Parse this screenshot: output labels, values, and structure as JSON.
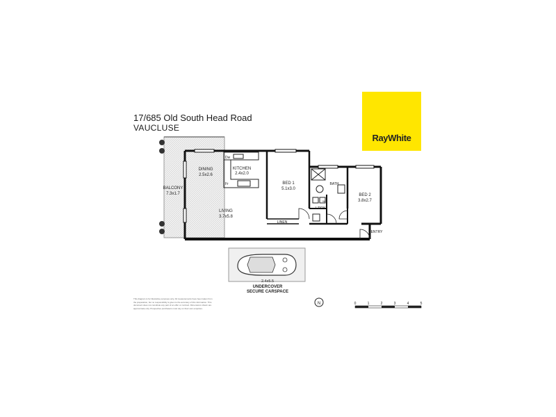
{
  "address": {
    "line1": "17/685 Old South Head Road",
    "line2": "VAUCLUSE"
  },
  "brand": {
    "name": "RayWhite",
    "color": "#ffe600"
  },
  "rooms": {
    "balcony": {
      "name": "BALCONY",
      "size": "7.3x1.7"
    },
    "dining": {
      "name": "DINING",
      "size": "2.5x2.6"
    },
    "kitchen": {
      "name": "KITCHEN",
      "size": "2.4x2.0"
    },
    "living": {
      "name": "LIVING",
      "size": "3.7x5.8"
    },
    "bed1": {
      "name": "BED 1",
      "size": "5.1x3.0"
    },
    "bath": {
      "name": "BATH"
    },
    "laundry": {
      "name": "L'DRY"
    },
    "bed2": {
      "name": "BED 2",
      "size": "3.8x2.7"
    },
    "linen": {
      "name": "LINEN"
    },
    "entry": {
      "name": "ENTRY"
    }
  },
  "appliance_labels": {
    "dishwasher": "Dw",
    "fridge": "Fr",
    "washer": "W"
  },
  "carspace": {
    "size": "2.4x5.5",
    "line1": "UNDERCOVER",
    "line2": "SECURE CARSPACE"
  },
  "compass": {
    "label": "N"
  },
  "scale_bar": {
    "ticks": [
      "0",
      "1",
      "2",
      "3",
      "4",
      "5"
    ]
  },
  "disclaimer": "This diagram is for illustrative purposes only. All measurements have been taken from the preparation, but no responsibility is given to the accuracy of this information. This document does not constitute any part of an offer or contract. Dimensions shown are approximate only. Prospective purchasers must rely on their own enquiries."
}
